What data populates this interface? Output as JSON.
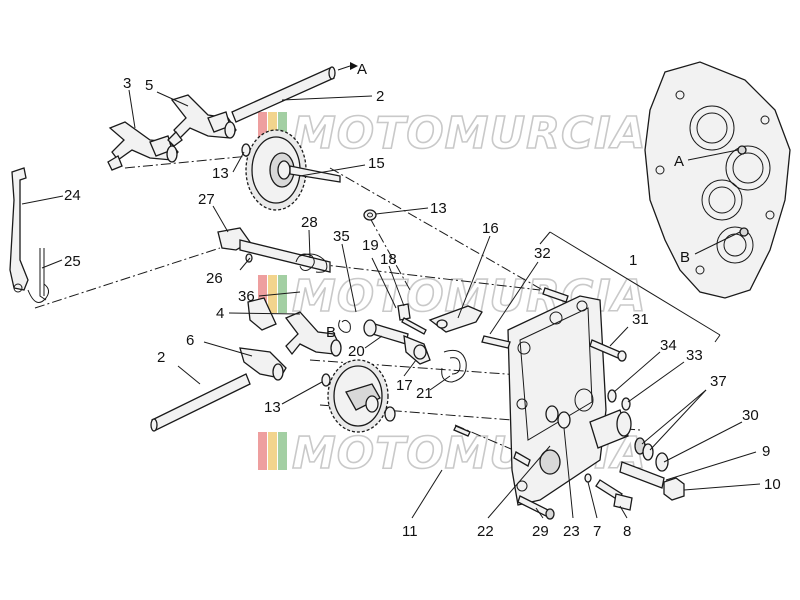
{
  "watermark": {
    "brand": "MOTOMURCIA",
    "stripe_colors": [
      "#e05050",
      "#e8b030",
      "#58a858"
    ]
  },
  "letters": {
    "a_arrow": "A",
    "a_housing": "A",
    "b_housing": "B",
    "b_mid": "B"
  },
  "callouts": [
    {
      "id": "c3",
      "text": "3"
    },
    {
      "id": "c5",
      "text": "5"
    },
    {
      "id": "c2a",
      "text": "2"
    },
    {
      "id": "c13a",
      "text": "13"
    },
    {
      "id": "c15",
      "text": "15"
    },
    {
      "id": "c24",
      "text": "24"
    },
    {
      "id": "c27",
      "text": "27"
    },
    {
      "id": "c13b",
      "text": "13"
    },
    {
      "id": "c25",
      "text": "25"
    },
    {
      "id": "c28",
      "text": "28"
    },
    {
      "id": "c35",
      "text": "35"
    },
    {
      "id": "c19",
      "text": "19"
    },
    {
      "id": "c16",
      "text": "16"
    },
    {
      "id": "c18",
      "text": "18"
    },
    {
      "id": "c32",
      "text": "32"
    },
    {
      "id": "c26",
      "text": "26"
    },
    {
      "id": "c1",
      "text": "1"
    },
    {
      "id": "c36",
      "text": "36"
    },
    {
      "id": "c4",
      "text": "4"
    },
    {
      "id": "c31",
      "text": "31"
    },
    {
      "id": "c6",
      "text": "6"
    },
    {
      "id": "c20",
      "text": "20"
    },
    {
      "id": "c34",
      "text": "34"
    },
    {
      "id": "c33",
      "text": "33"
    },
    {
      "id": "c2b",
      "text": "2"
    },
    {
      "id": "c17",
      "text": "17"
    },
    {
      "id": "c21",
      "text": "21"
    },
    {
      "id": "c37",
      "text": "37"
    },
    {
      "id": "c13c",
      "text": "13"
    },
    {
      "id": "c30",
      "text": "30"
    },
    {
      "id": "c9",
      "text": "9"
    },
    {
      "id": "c10",
      "text": "10"
    },
    {
      "id": "c11",
      "text": "11"
    },
    {
      "id": "c22",
      "text": "22"
    },
    {
      "id": "c29",
      "text": "29"
    },
    {
      "id": "c23",
      "text": "23"
    },
    {
      "id": "c7",
      "text": "7"
    },
    {
      "id": "c8",
      "text": "8"
    }
  ]
}
